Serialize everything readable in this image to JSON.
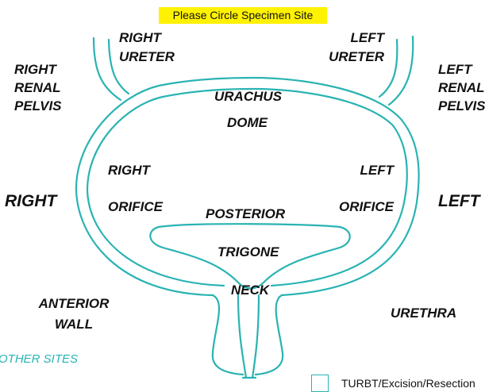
{
  "banner": "Please Circle Specimen Site",
  "labels": {
    "right_ureter": [
      "RIGHT",
      "URETER"
    ],
    "left_ureter": [
      "LEFT",
      "URETER"
    ],
    "right_renal_pelvis": [
      "RIGHT",
      "RENAL",
      "PELVIS"
    ],
    "left_renal_pelvis": [
      "LEFT",
      "RENAL",
      "PELVIS"
    ],
    "urachus": "URACHUS",
    "dome": "DOME",
    "right_orifice": [
      "RIGHT",
      "ORIFICE"
    ],
    "left_orifice": [
      "LEFT",
      "ORIFICE"
    ],
    "right_side": "RIGHT",
    "left_side": "LEFT",
    "posterior": "POSTERIOR",
    "trigone": "TRIGONE",
    "neck": "NECK",
    "anterior_wall": [
      "ANTERIOR",
      "WALL"
    ],
    "urethra": "URETHRA",
    "other_sites": "OTHER SITES"
  },
  "checkbox_label": "TURBT/Excision/Resection",
  "colors": {
    "outline": "#2ab3b3",
    "highlight": "#fff200",
    "text": "#111111"
  }
}
